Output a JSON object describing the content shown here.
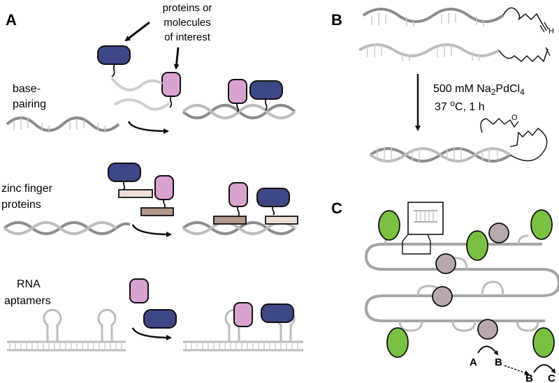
{
  "panels": {
    "A": {
      "letter": "A",
      "callout_line1": "proteins or",
      "callout_line2": "molecules",
      "callout_line3": "of interest",
      "row1_line1": "base-",
      "row1_line2": "pairing",
      "row2_line1": "zinc finger",
      "row2_line2": "proteins",
      "row3_line1": "RNA",
      "row3_line2": "aptamers"
    },
    "B": {
      "letter": "B",
      "reagent_prefix": "500 mM Na",
      "reagent_sub1": "2",
      "reagent_mid": "PdCl",
      "reagent_sub2": "4",
      "temp_value": "37 ",
      "temp_sup": "o",
      "temp_unit": "C, 1 h",
      "alkyne_h": "H",
      "ketone_o": "O"
    },
    "C": {
      "letter": "C",
      "cascade_a": "A",
      "cascade_b1": "B",
      "cascade_b2": "B",
      "cascade_c": "C"
    }
  },
  "colors": {
    "strand_dark": "#8c8c8c",
    "strand_light": "#bdbdbd",
    "protein_dark": "#3e4785",
    "protein_pink": "#d9a2cf",
    "zf_light": "#eedfd6",
    "zf_dark": "#b2998c",
    "enzyme_green": "#7ac142",
    "enzyme_grey": "#b8a8ac"
  }
}
